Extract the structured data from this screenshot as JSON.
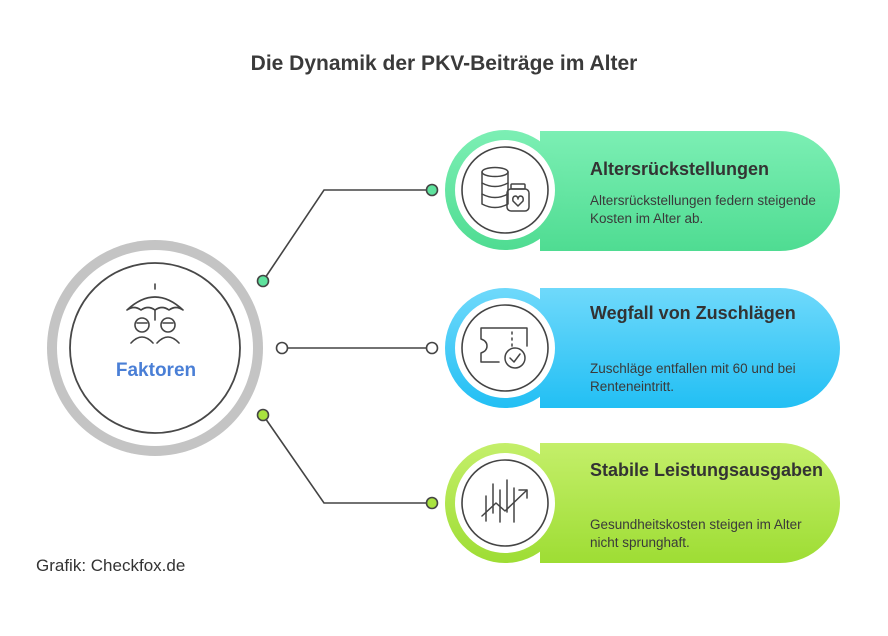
{
  "title": "Die Dynamik der PKV-Beiträge im Alter",
  "hub": {
    "label": "Faktoren",
    "icon": "umbrella-people-icon"
  },
  "items": [
    {
      "title": "Altersrückstellungen",
      "description": "Altersrückstellungen federn steigende Kosten im Alter ab.",
      "icon": "database-jar-heart-icon",
      "color": "#5ee29d"
    },
    {
      "title": "Wegfall von Zuschlägen",
      "description": "Zuschläge entfallen mit 60 und bei Renteneintritt.",
      "icon": "ticket-check-icon",
      "color": "#39c6f6"
    },
    {
      "title": "Stabile Leistungsausgaben",
      "description": "Gesundheitskosten steigen im Alter nicht sprunghaft.",
      "icon": "stable-trend-icon",
      "color": "#a9e33f"
    }
  ],
  "credit": "Grafik: Checkfox.de"
}
